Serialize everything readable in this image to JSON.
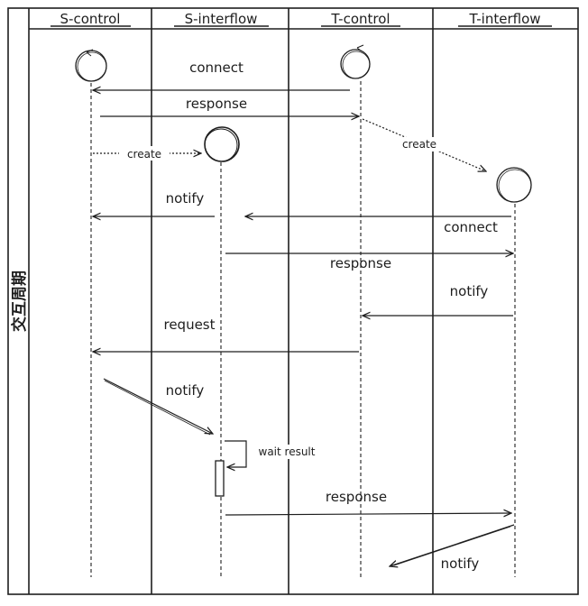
{
  "frame": {
    "side_label": "交互周期"
  },
  "lanes": [
    {
      "id": "s_control",
      "label": "S-control"
    },
    {
      "id": "s_interflow",
      "label": "S-interflow"
    },
    {
      "id": "t_control",
      "label": "T-control"
    },
    {
      "id": "t_interflow",
      "label": "T-interflow"
    }
  ],
  "messages": {
    "m1": "connect",
    "m2": "response",
    "m3": "create",
    "m4": "create",
    "m5": "notify",
    "m6": "connect",
    "m7": "response",
    "m8": "notify",
    "m9": "request",
    "m10": "notify",
    "m11": "wait result",
    "m12": "response",
    "m13": "notify"
  },
  "colors": {
    "stroke": "#1e1e1e",
    "background": "#ffffff"
  }
}
